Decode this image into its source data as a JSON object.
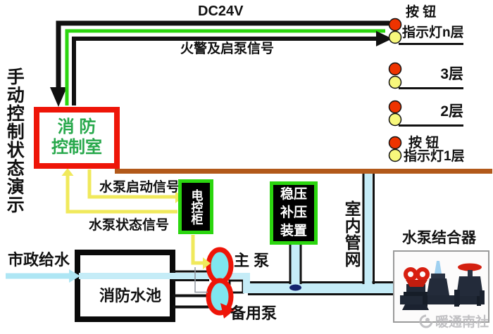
{
  "left_title": "手动控制状态演示",
  "top": {
    "dc_label": "DC24V",
    "fire_signal_label": "火警及启泵信号"
  },
  "control_room": {
    "line1": "消 防",
    "line2": "控制室"
  },
  "floors": [
    {
      "button_label": "按 钮",
      "indicator_label": "指示灯n层"
    },
    {
      "label": "3层"
    },
    {
      "label": "2层"
    },
    {
      "button_label": "按 钮",
      "indicator_label": "指示灯1层"
    }
  ],
  "signals": {
    "pump_start": "水泵启动信号",
    "pump_status": "水泵状态信号"
  },
  "cabinet": {
    "label": "电控柜"
  },
  "stabilizer": {
    "line1": "稳压",
    "line2": "补压",
    "line3": "装置"
  },
  "indoor_network": "室内管网",
  "municipal_water": {
    "label": "市政给水"
  },
  "pool": {
    "label": "消防水池"
  },
  "pumps": {
    "main": "主 泵",
    "backup": "备用泵"
  },
  "coupler": {
    "label": "水泵结合器"
  },
  "watermark": {
    "text": "暖通南社"
  },
  "colors": {
    "signal_red_box": "#ee1508",
    "green_border": "#2bd60f",
    "green_text": "#27a84b",
    "brown_bus": "#b2591a",
    "yellow_signal": "#f0e95c",
    "pipe_cyan": "#c5ecf7",
    "pump_fill": "#7fe6ef",
    "indicator_red": "#ee3300",
    "indicator_yellow": "#f8f87c"
  }
}
